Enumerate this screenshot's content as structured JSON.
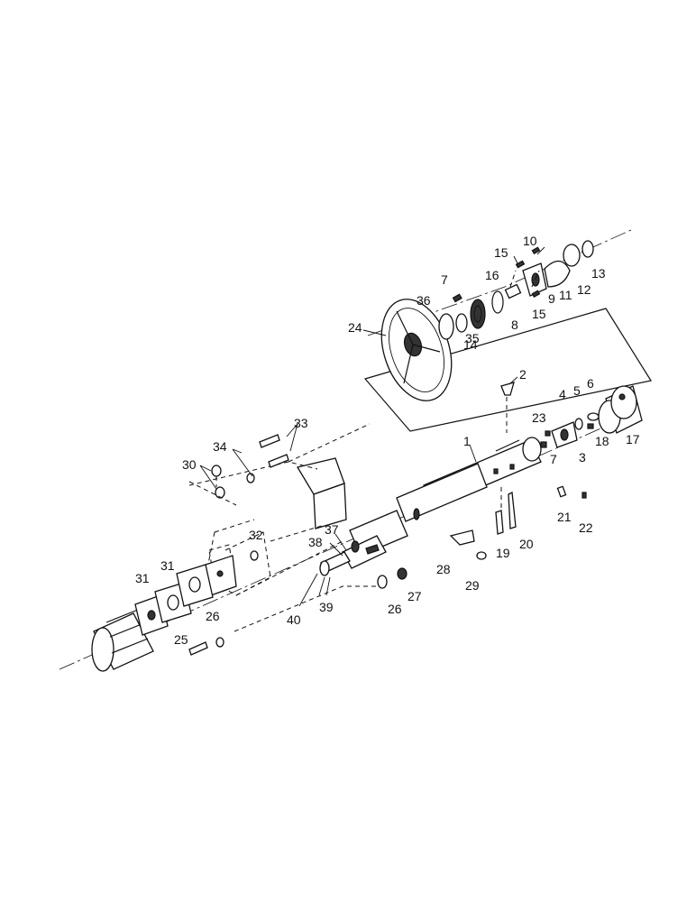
{
  "diagram": {
    "callouts": [
      "1",
      "2",
      "3",
      "4",
      "5",
      "6",
      "7",
      "7",
      "8",
      "9",
      "10",
      "11",
      "12",
      "13",
      "14",
      "15",
      "15",
      "16",
      "17",
      "18",
      "19",
      "20",
      "21",
      "22",
      "23",
      "24",
      "25",
      "26",
      "26",
      "27",
      "28",
      "29",
      "30",
      "31",
      "31",
      "32",
      "33",
      "34",
      "35",
      "36",
      "37",
      "38",
      "39",
      "40"
    ]
  }
}
